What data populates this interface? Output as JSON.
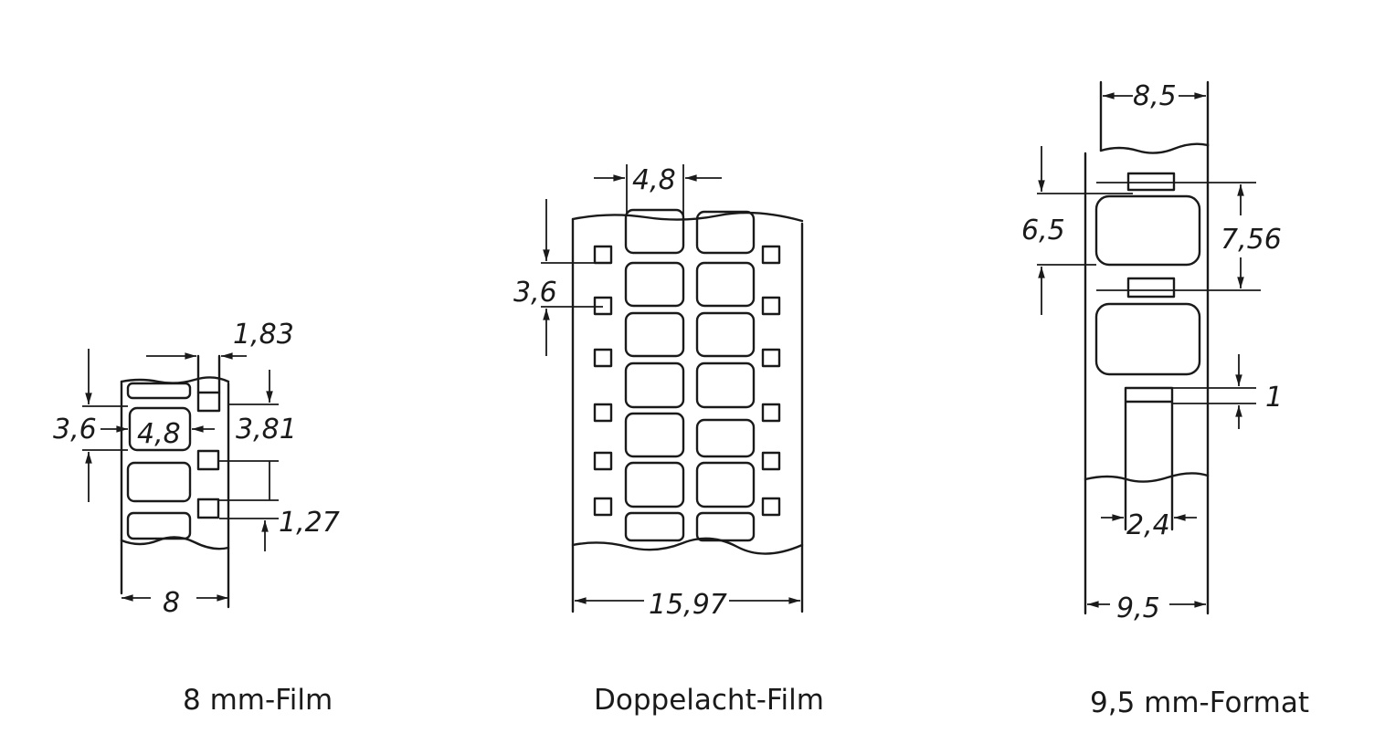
{
  "figures": [
    {
      "caption": "8 mm-Film",
      "dimensions": {
        "perf_width": "1,83",
        "frame_height": "3,6",
        "frame_width": "4,8",
        "pitch": "3,81",
        "perf_height": "1,27",
        "film_width": "8"
      }
    },
    {
      "caption": "Doppelacht-Film",
      "dimensions": {
        "frame_width": "4,8",
        "frame_height": "3,6",
        "film_width": "15,97"
      }
    },
    {
      "caption": "9,5 mm-Format",
      "dimensions": {
        "frame_width": "8,5",
        "frame_height": "6,5",
        "pitch": "7,56",
        "perf_height": "1",
        "perf_width": "2,4",
        "film_width": "9,5"
      }
    }
  ]
}
